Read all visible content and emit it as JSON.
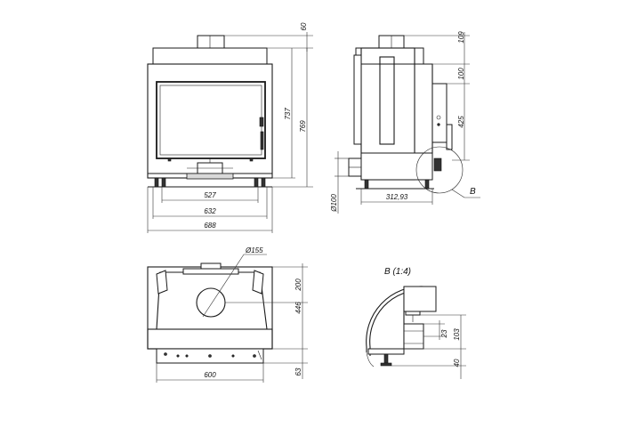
{
  "dimensions": {
    "front_60": "60",
    "front_737": "737",
    "front_769": "769",
    "front_527": "527",
    "front_632": "632",
    "front_688": "688",
    "side_109": "109",
    "side_100": "100",
    "side_425": "425",
    "side_dia100": "Ø100",
    "side_312": "312,93",
    "detail_callout": "B",
    "top_dia155": "Ø155",
    "top_200": "200",
    "top_446": "446",
    "top_600": "600",
    "top_63": "63",
    "detail_title": "B (1:4)",
    "detail_23": "23",
    "detail_103": "103",
    "detail_40": "40"
  }
}
